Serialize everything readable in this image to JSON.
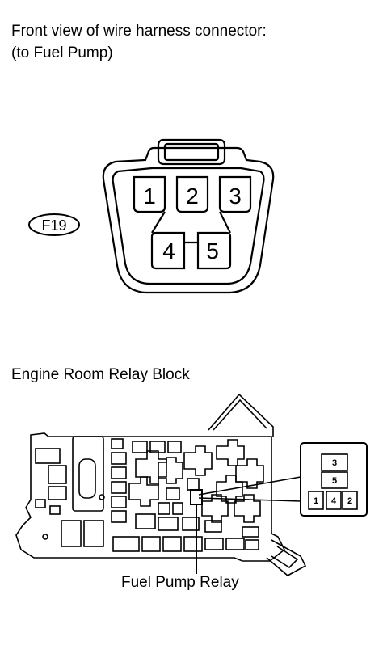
{
  "connector": {
    "title_line1": "Front view of wire harness connector:",
    "title_line2": "(to Fuel Pump)",
    "id": "F19",
    "pins": [
      "1",
      "2",
      "3",
      "4",
      "5"
    ]
  },
  "relay_block": {
    "title": "Engine Room Relay Block",
    "relay_label": "Fuel Pump Relay",
    "relay_pins": [
      "3",
      "5",
      "1",
      "4",
      "2"
    ]
  }
}
